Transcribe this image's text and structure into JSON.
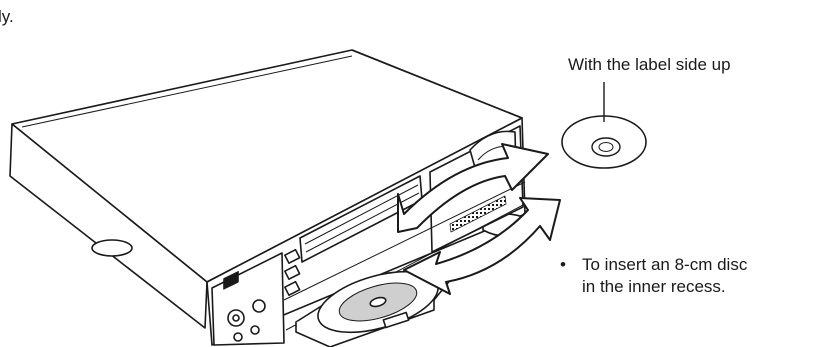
{
  "instructions": {
    "fragment": "ly."
  },
  "callouts": {
    "label_note": "With the label side up",
    "tip_bullet": "•",
    "tip_line1": "To insert an 8-cm disc",
    "tip_line2": "in the inner recess."
  },
  "icons": {
    "arrow": "curved-double-arrow-icon",
    "disc": "disc-icon",
    "player": "cd-player-icon"
  },
  "colors": {
    "ink": "#1a1a1a",
    "paper": "#ffffff",
    "shade": "#cfcfcf"
  }
}
